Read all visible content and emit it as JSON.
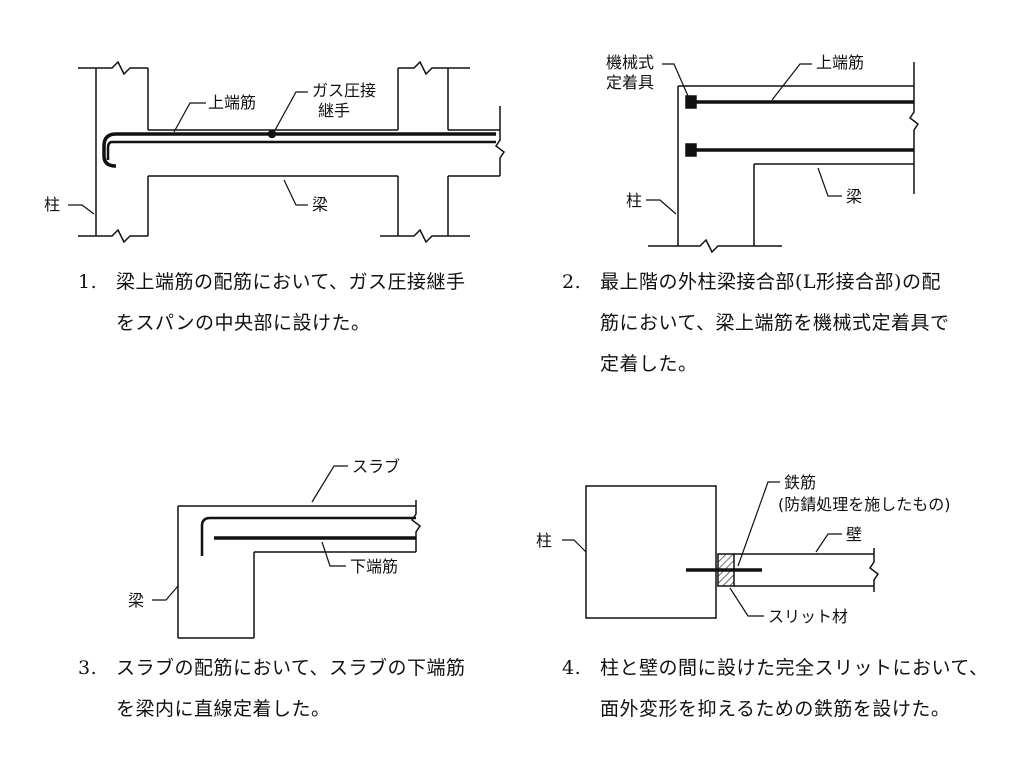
{
  "fig1": {
    "label_top_bar": "上端筋",
    "label_gas_weld_1": "ガス圧接",
    "label_gas_weld_2": "継手",
    "label_column": "柱",
    "label_beam": "梁",
    "caption_num": "1.",
    "caption_line1": "梁上端筋の配筋において、ガス圧接継手",
    "caption_line2": "をスパンの中央部に設けた。"
  },
  "fig2": {
    "label_anchor_1": "機械式",
    "label_anchor_2": "定着具",
    "label_top_bar": "上端筋",
    "label_column": "柱",
    "label_beam": "梁",
    "caption_num": "2.",
    "caption_line1": "最上階の外柱梁接合部(L形接合部)の配",
    "caption_line2": "筋において、梁上端筋を機械式定着具で",
    "caption_line3": "定着した。"
  },
  "fig3": {
    "label_slab": "スラブ",
    "label_bottom_bar": "下端筋",
    "label_beam": "梁",
    "caption_num": "3.",
    "caption_line1": "スラブの配筋において、スラブの下端筋",
    "caption_line2": "を梁内に直線定着した。"
  },
  "fig4": {
    "label_rebar_1": "鉄筋",
    "label_rebar_2": "(防錆処理を施したもの)",
    "label_wall": "壁",
    "label_column": "柱",
    "label_slit": "スリット材",
    "caption_num": "4.",
    "caption_line1": "柱と壁の間に設けた完全スリットにおいて、",
    "caption_line2": "面外変形を抑えるための鉄筋を設けた。"
  },
  "colors": {
    "line": "#111111",
    "background": "#ffffff"
  }
}
